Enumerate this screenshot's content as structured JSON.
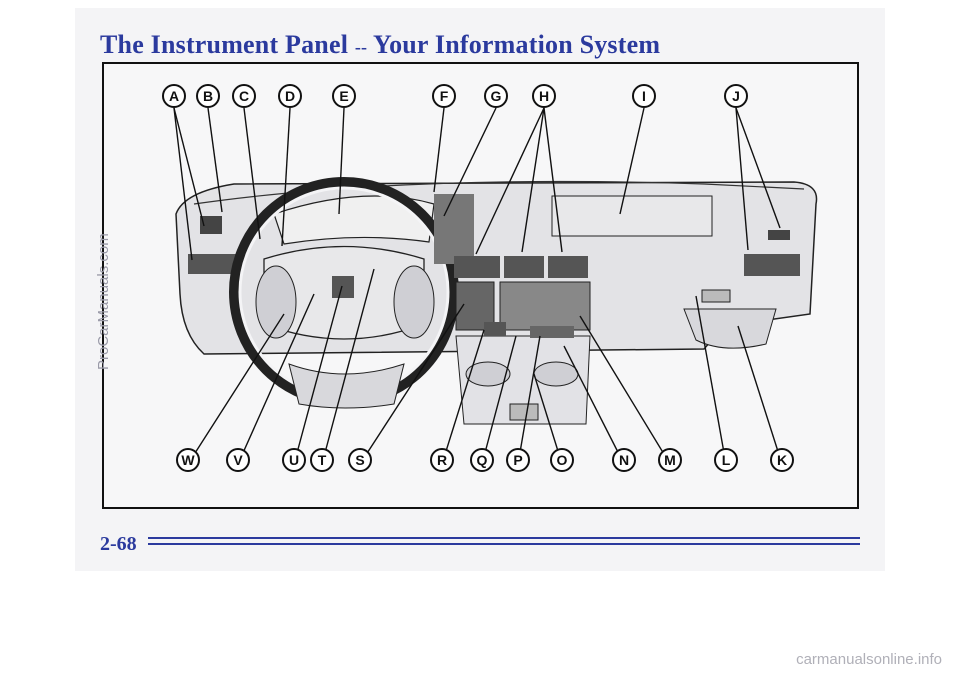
{
  "page": {
    "title_left": "The Instrument Panel",
    "title_dash": "--",
    "title_right": "Your Information System",
    "page_number": "2-68"
  },
  "figure": {
    "callouts": [
      "A",
      "B",
      "C",
      "D",
      "E",
      "F",
      "G",
      "H",
      "I",
      "J",
      "W",
      "V",
      "U",
      "T",
      "S",
      "R",
      "Q",
      "P",
      "O",
      "N",
      "M",
      "L",
      "K"
    ]
  },
  "watermarks": {
    "side": "ProCarManuals.com",
    "footer": "carmanualsonline.info"
  }
}
